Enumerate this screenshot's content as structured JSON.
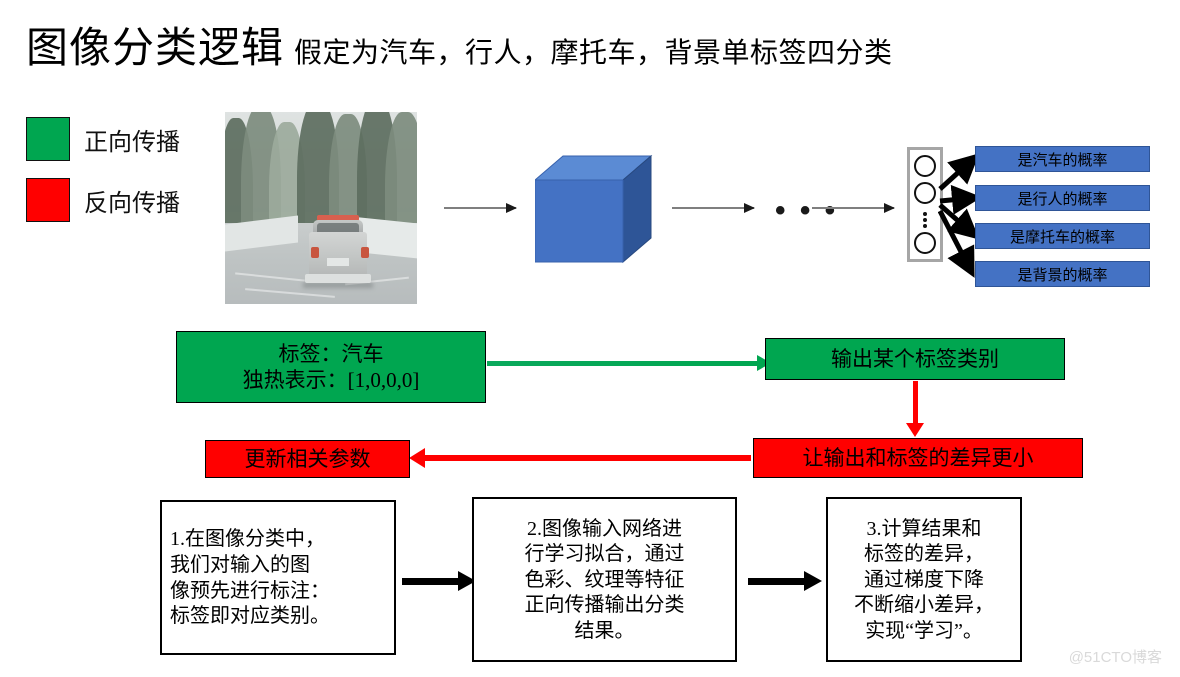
{
  "title": {
    "main": "图像分类逻辑",
    "subtitle": "假定为汽车，行人，摩托车，背景单标签四分类"
  },
  "legend": {
    "items": [
      {
        "label": "正向传播",
        "color": "#00A650",
        "icon": "green-square-icon"
      },
      {
        "label": "反向传播",
        "color": "#FF0000",
        "icon": "red-square-icon"
      }
    ]
  },
  "pipeline": {
    "photo_alt": "雪地道路上的皮卡车照片",
    "network_block_alt": "神经网络立方体",
    "ellipsis": "• • •",
    "node_dots": "⋮"
  },
  "outputs": {
    "boxes": [
      {
        "label": "是汽车的概率"
      },
      {
        "label": "是行人的概率"
      },
      {
        "label": "是摩托车的概率"
      },
      {
        "label": "是背景的概率"
      }
    ],
    "box_color": "#4472C4",
    "box_border": "#2F5597"
  },
  "flow": {
    "label_box": {
      "line1": "标签：汽车",
      "line2": "独热表示：[1,0,0,0]",
      "color": "#00A650"
    },
    "output_box": {
      "label": "输出某个标签类别",
      "color": "#00A650"
    },
    "minimize_box": {
      "label": "让输出和标签的差异更小",
      "color": "#FF0000"
    },
    "update_box": {
      "label": "更新相关参数",
      "color": "#FF0000"
    }
  },
  "steps": [
    {
      "lines": [
        "1.在图像分类中，",
        "  我们对输入的图",
        "像预先进行标注：",
        "标签即对应类别。"
      ]
    },
    {
      "lines": [
        "2.图像输入网络进",
        "行学习拟合，通过",
        "色彩、纹理等特征",
        "正向传播输出分类",
        "结果。"
      ]
    },
    {
      "lines": [
        "3.计算结果和",
        "标签的差异，",
        "通过梯度下降",
        "不断缩小差异，",
        "实现“学习”。"
      ]
    }
  ],
  "watermark": "@51CTO博客"
}
